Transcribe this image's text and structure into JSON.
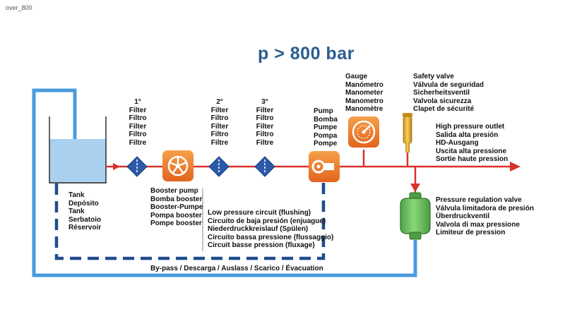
{
  "corner_label": "over_800",
  "title": "p > 800 bar",
  "filter_1": {
    "number": "1°",
    "names": [
      "Filter",
      "Filtro",
      "Filter",
      "Filtro",
      "Filtre"
    ]
  },
  "filter_2": {
    "number": "2°",
    "names": [
      "Filter",
      "Filtro",
      "Filter",
      "Filtro",
      "Filtre"
    ]
  },
  "filter_3": {
    "number": "3°",
    "names": [
      "Filter",
      "Filtro",
      "Filter",
      "Filtro",
      "Filtre"
    ]
  },
  "tank": [
    "Tank",
    "Depósito",
    "Tank",
    "Serbatoio",
    "Réservoir"
  ],
  "booster_pump": [
    "Booster pump",
    "Bomba booster",
    "Booster-Pumpe",
    "Pompa booster",
    "Pompe booster"
  ],
  "low_pressure": [
    "Low pressure circuit (flushing)",
    "Circuito de baja presión (enjuague)",
    "Niederdruckkreislauf (Spülen)",
    "Circuito bassa pressione (flussaggio)",
    "Circuit basse pression (fluxage)"
  ],
  "pump": [
    "Pump",
    "Bomba",
    "Pumpe",
    "Pompa",
    "Pompe"
  ],
  "gauge": [
    "Gauge",
    "Manómetro",
    "Manometer",
    "Manometro",
    "Manomètre"
  ],
  "safety_valve": [
    "Safety valve",
    "Válvula de seguridad",
    "Sicherheitsventil",
    "Valvola sicurezza",
    "Clapet de sécurité"
  ],
  "high_pressure": [
    "High pressure outlet",
    "Salida alta presión",
    "HD-Ausgang",
    "Uscita alta pressione",
    "Sortie haute pression"
  ],
  "pressure_reg": [
    "Pressure regulation valve",
    "Válvula limitadora de presión",
    "Überdruckventil",
    "Valvola di max pressione",
    "Limiteur de pression"
  ],
  "bypass_label": "By-pass / Descarga / Auslass / Scarico / Évacuation",
  "colors": {
    "title": "#2a5d8f",
    "main_line": "#d9312b",
    "bypass_line": "#4a9be0",
    "dashed_line": "#1f4c8c",
    "water": "#a9d0ef",
    "icon_orange": "#e9772a",
    "filter_blue": "#2a5aa8",
    "valve_green": "#6cc160"
  }
}
